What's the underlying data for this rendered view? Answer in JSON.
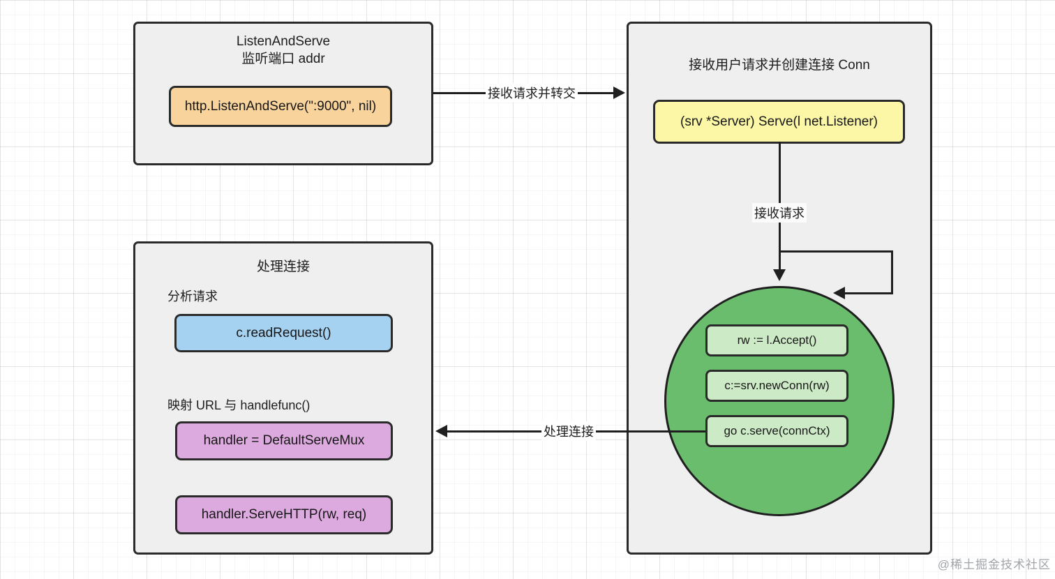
{
  "diagram": {
    "listen_panel": {
      "title_line1": "ListenAndServe",
      "title_line2": "监听端口 addr",
      "node_code": "http.ListenAndServe(\":9000\", nil)"
    },
    "conn_panel": {
      "title": "接收用户请求并创建连接 Conn",
      "node_code": "(srv *Server) Serve(l net.Listener)",
      "loop_steps": [
        "rw := l.Accept()",
        "c:=srv.newConn(rw)",
        "go c.serve(connCtx)"
      ]
    },
    "handle_panel": {
      "title": "处理连接",
      "analyze_label": "分析请求",
      "node_read": "c.readRequest()",
      "map_label": "映射 URL 与 handlefunc()",
      "node_handler": "handler = DefaultServeMux",
      "node_serve": "handler.ServeHTTP(rw, req)"
    },
    "arrows": {
      "forward_label": "接收请求并转交",
      "accept_label": "接收请求",
      "handle_label": "处理连接"
    },
    "watermark": "@稀土掘金技术社区",
    "colors": {
      "orange_node": "#f8d49c",
      "yellow_node": "#fbf7a6",
      "blue_node": "#a6d2f2",
      "purple_node": "#dcaade",
      "green_circle": "#6abd6c",
      "light_green_node": "#cdeac6",
      "panel_bg": "#efefef",
      "stroke": "#1f1f1f"
    }
  }
}
